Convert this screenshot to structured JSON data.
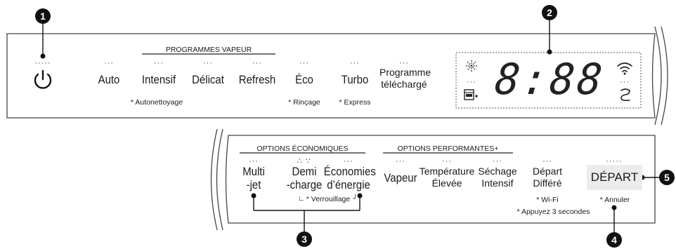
{
  "callouts": {
    "one": "1",
    "two": "2",
    "three": "3",
    "four": "4",
    "five": "5"
  },
  "top_panel": {
    "section_header": "PROGRAMMES VAPEUR",
    "programs": [
      {
        "label": "Auto"
      },
      {
        "label": "Intensif"
      },
      {
        "label": "Délicat"
      },
      {
        "label": "Refresh"
      },
      {
        "label": "Éco"
      },
      {
        "label": "Turbo"
      },
      {
        "label_line1": "Programme",
        "label_line2": "téléchargé"
      }
    ],
    "sublabels": {
      "autonettoyage": "* Autonettoyage",
      "rincage": "* Rinçage",
      "express": "* Express"
    },
    "display": {
      "digits": "8:88"
    }
  },
  "bottom_panel": {
    "section_options_eco": "OPTIONS ÉCONOMIQUES",
    "section_options_perf": "OPTIONS PERFORMANTES+",
    "options": [
      {
        "line1": "Multi",
        "line2": "-jet"
      },
      {
        "line1": "Demi",
        "line2": "-charge"
      },
      {
        "line1": "Économies",
        "line2": "d’énergie"
      },
      {
        "line1": "Vapeur"
      },
      {
        "line1": "Température",
        "line2": "Élevée"
      },
      {
        "line1": "Séchage",
        "line2": "Intensif"
      },
      {
        "line1": "Départ",
        "line2": "Différé"
      }
    ],
    "depart_label": "DÉPART",
    "sublabels": {
      "verrouillage": "* Verrouillage",
      "wifi": "* Wi-Fi",
      "annuler": "* Annuler",
      "appuyez": "* Appuyez 3 secondes"
    }
  }
}
